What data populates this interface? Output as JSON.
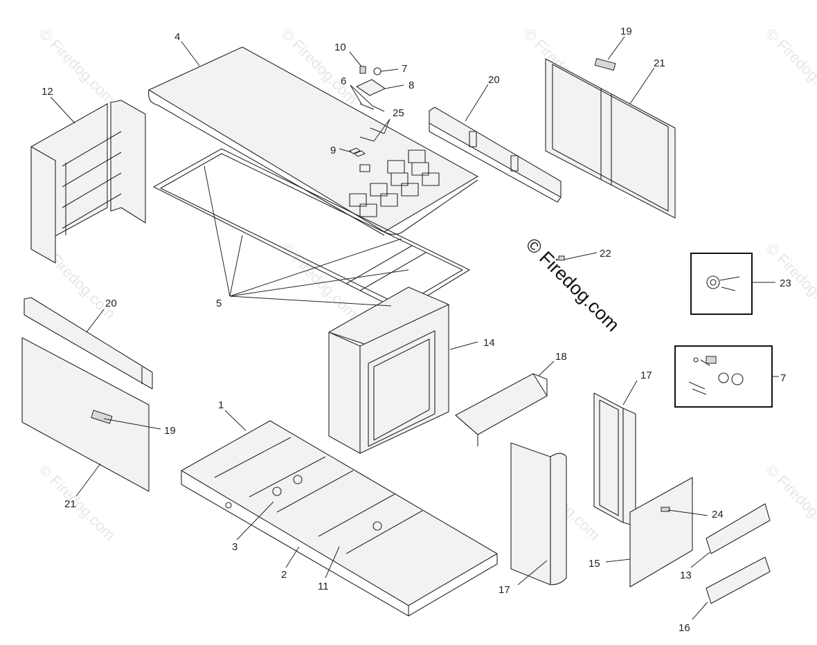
{
  "diagram": {
    "callouts": [
      "4",
      "10",
      "7",
      "6",
      "8",
      "25",
      "9",
      "12",
      "20",
      "19",
      "21",
      "22",
      "23",
      "5",
      "20",
      "14",
      "18",
      "17",
      "7",
      "1",
      "19",
      "21",
      "3",
      "2",
      "11",
      "17",
      "24",
      "15",
      "13",
      "16"
    ],
    "watermark_small": "© Firedog.com",
    "watermark_main": "© Firedog.com"
  }
}
